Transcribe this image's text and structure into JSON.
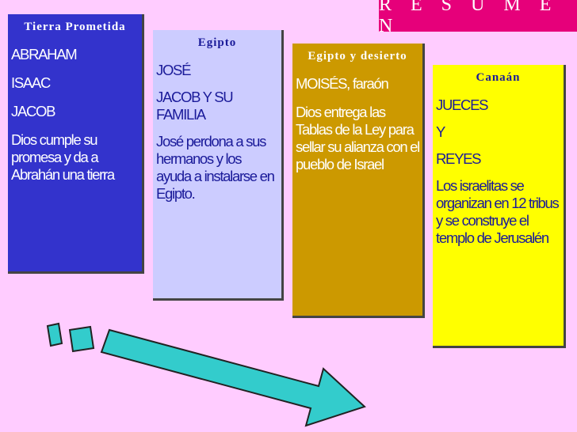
{
  "banner": {
    "title": "R E S U M E N"
  },
  "columns": [
    {
      "header": "Tierra Prometida",
      "lines": [
        "ABRAHAM",
        "ISAAC",
        "JACOB",
        "Dios cumple su promesa y da a Abrahán una tierra"
      ]
    },
    {
      "header": "Egipto",
      "lines": [
        "JOSÉ",
        "JACOB Y SU FAMILIA",
        "José perdona a sus hermanos y los ayuda a instalarse en Egipto."
      ]
    },
    {
      "header": "Egipto y desierto",
      "lines": [
        "MOISÉS, faraón",
        "Dios entrega las Tablas de la Ley para sellar su alianza con el pueblo de Israel"
      ]
    },
    {
      "header": "Canaán",
      "lines": [
        "JUECES",
        "Y",
        "REYES",
        "Los israelitas se organizan en 12 tribus y se construye el templo de Jerusalén"
      ]
    }
  ],
  "colors": {
    "background": "#ffccff",
    "banner": "#e6007a",
    "col1": "#3333cc",
    "col2": "#ccccff",
    "col3": "#cc9900",
    "col4": "#ffff00",
    "arrow": "#33cccc"
  }
}
